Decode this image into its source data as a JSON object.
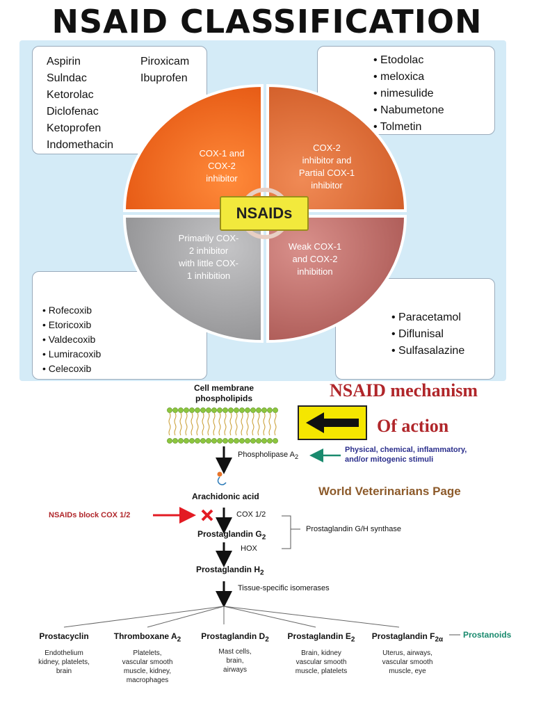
{
  "title": "NSAID CLASSIFICATION",
  "classification": {
    "center_label": "NSAIDs",
    "quadrants": [
      {
        "lines": [
          "COX-1 and",
          "COX-2",
          "inhibitor"
        ],
        "color": "#f26b1d"
      },
      {
        "lines": [
          "COX-2",
          "inhibitor and",
          "Partial COX-1",
          "inhibitor"
        ],
        "color": "#e0713a"
      },
      {
        "lines": [
          "Primarily COX-",
          "2 inhibitor",
          "with little COX-",
          "1 inhibition"
        ],
        "color": "#a9a9ab"
      },
      {
        "lines": [
          "Weak COX-1",
          "and COX-2",
          "inhibition"
        ],
        "color": "#c26e6a"
      }
    ],
    "box_top_left": [
      "Aspirin",
      "Sulndac",
      "Ketorolac",
      "Diclofenac",
      "Ketoprofen",
      "Indomethacin",
      "Piroxicam",
      "Ibuprofen"
    ],
    "box_top_right": [
      "Etodolac",
      "meloxica",
      "nimesulide",
      "Nabumetone",
      "Tolmetin"
    ],
    "box_bottom_left": [
      "Rofecoxib",
      "Etoricoxib",
      "Valdecoxib",
      "Lumiracoxib",
      "Celecoxib"
    ],
    "box_bottom_right": [
      "Paracetamol",
      "Diflunisal",
      "Sulfasalazine"
    ]
  },
  "mechanism": {
    "heading_1": "NSAID mechanism",
    "heading_2": "Of action",
    "page_credit": "World Veterinarians Page",
    "cell_membrane": [
      "Cell membrane",
      "phospholipids"
    ],
    "phospholipase": "Phospholipase A",
    "phospholipase_sub": "2",
    "stimuli": [
      "Physical, chemical, inflammatory,",
      "and/or mitogenic stimuli"
    ],
    "arachidonic": "Arachidonic acid",
    "nsaids_block": "NSAIDs block COX 1/2",
    "cox": "COX 1/2",
    "pgg2": "Prostaglandin G",
    "pgg2_sub": "2",
    "hox": "HOX",
    "synthase": "Prostaglandin G/H synthase",
    "pgh2": "Prostaglandin H",
    "pgh2_sub": "2",
    "isomerases": "Tissue-specific isomerases",
    "prostanoids_label": "Prostanoids",
    "products": [
      {
        "name": "Prostacyclin",
        "sub": "",
        "tissues": [
          "Endothelium",
          "kidney, platelets,",
          "brain"
        ]
      },
      {
        "name": "Thromboxane A",
        "sub": "2",
        "tissues": [
          "Platelets,",
          "vascular smooth",
          "muscle, kidney,",
          "macrophages"
        ]
      },
      {
        "name": "Prostaglandin D",
        "sub": "2",
        "tissues": [
          "Mast cells,",
          "brain,",
          "airways"
        ]
      },
      {
        "name": "Prostaglandin E",
        "sub": "2",
        "tissues": [
          "Brain, kidney",
          "vascular smooth",
          "muscle, platelets"
        ]
      },
      {
        "name": "Prostaglandin F",
        "sub": "2α",
        "tissues": [
          "Uterus, airways,",
          "vascular smooth",
          "muscle, eye"
        ]
      }
    ]
  }
}
